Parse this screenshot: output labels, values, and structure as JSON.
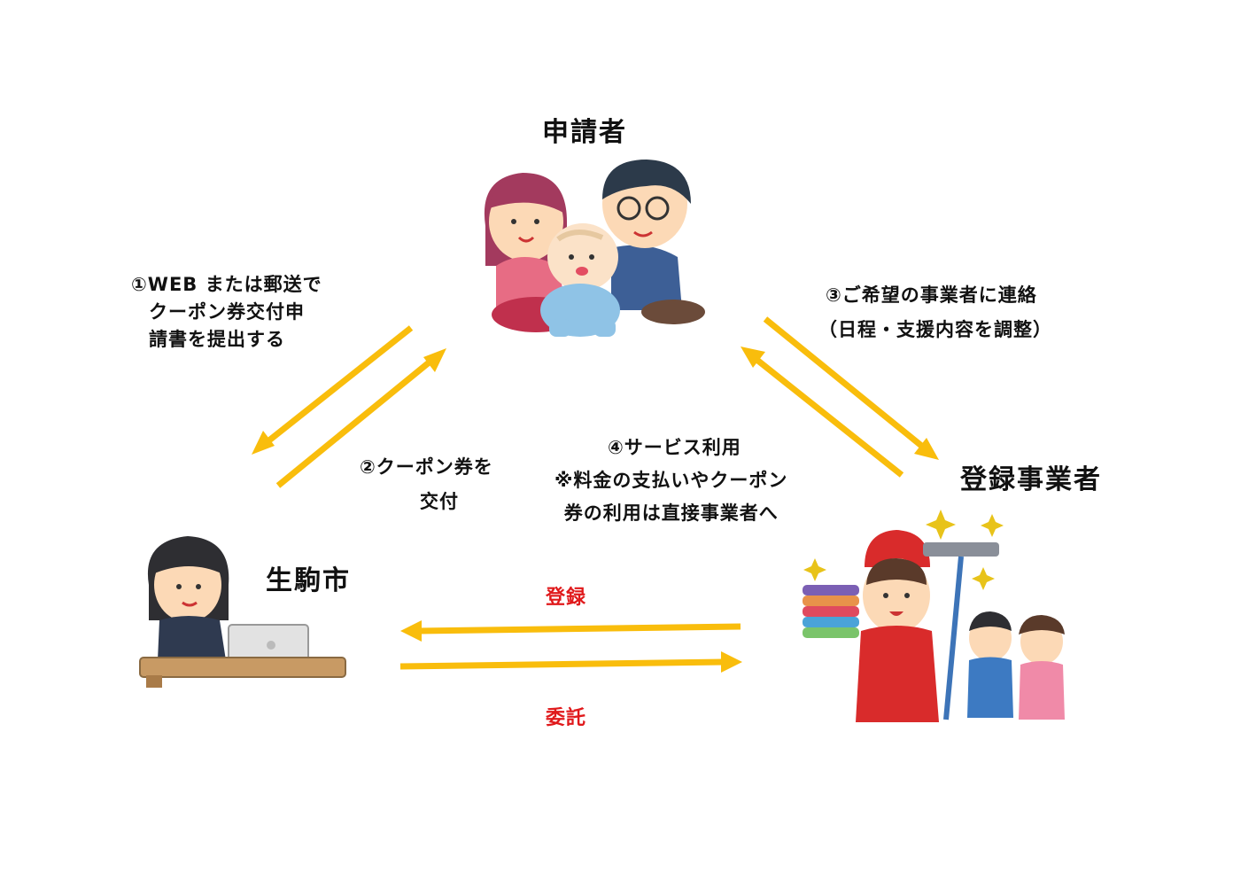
{
  "nodes": {
    "applicant": "申請者",
    "city": "生駒市",
    "provider": "登録事業者"
  },
  "steps": {
    "step1": [
      "①WEB または郵送で",
      "クーポン券交付申",
      "請書を提出する"
    ],
    "step2": [
      "②クーポン券を",
      "交付"
    ],
    "step3": [
      "③ご希望の事業者に連絡",
      "（日程・支援内容を調整）"
    ],
    "step4": [
      "④サービス利用",
      "※料金の支払いやクーポン",
      "券の利用は直接事業者へ"
    ]
  },
  "relations": {
    "register": "登録",
    "entrust": "委託"
  },
  "colors": {
    "arrow": "#f9bd0c",
    "relation_text": "#e0191b"
  },
  "icons": {
    "applicant": "family-illustration",
    "city": "office-worker-illustration",
    "provider": "housekeeper-illustration"
  }
}
